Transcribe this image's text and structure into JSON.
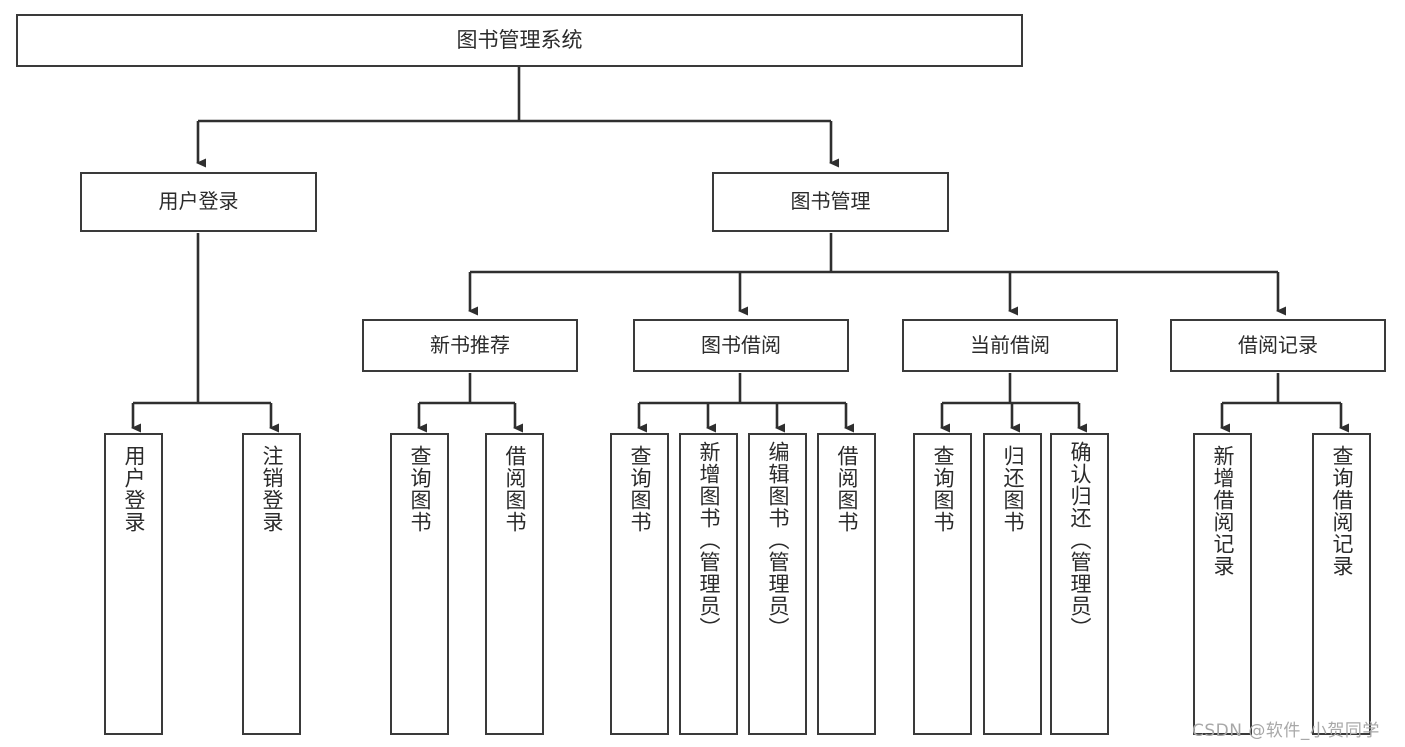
{
  "diagram": {
    "type": "tree-hierarchy",
    "title": "图书管理系统",
    "root": {
      "label": "图书管理系统"
    },
    "level2": [
      {
        "id": "user-login",
        "label": "用户登录"
      },
      {
        "id": "book-management",
        "label": "图书管理"
      }
    ],
    "level3": [
      {
        "id": "new-book-recommend",
        "label": "新书推荐",
        "parent": "book-management"
      },
      {
        "id": "book-borrow",
        "label": "图书借阅",
        "parent": "book-management"
      },
      {
        "id": "current-borrow",
        "label": "当前借阅",
        "parent": "book-management"
      },
      {
        "id": "borrow-record",
        "label": "借阅记录",
        "parent": "book-management"
      }
    ],
    "leaves": [
      {
        "id": "leaf-user-login",
        "label": "用户登录",
        "parent": "user-login"
      },
      {
        "id": "leaf-logout-login",
        "label": "注销登录",
        "parent": "user-login"
      },
      {
        "id": "leaf-query-book-1",
        "label": "查询图书",
        "parent": "new-book-recommend"
      },
      {
        "id": "leaf-borrow-book-1",
        "label": "借阅图书",
        "parent": "new-book-recommend"
      },
      {
        "id": "leaf-query-book-2",
        "label": "查询图书",
        "parent": "book-borrow"
      },
      {
        "id": "leaf-add-book",
        "label": "新增图书（管理员）",
        "parent": "book-borrow"
      },
      {
        "id": "leaf-edit-book",
        "label": "编辑图书（管理员）",
        "parent": "book-borrow"
      },
      {
        "id": "leaf-borrow-book-2",
        "label": "借阅图书",
        "parent": "book-borrow"
      },
      {
        "id": "leaf-query-book-3",
        "label": "查询图书",
        "parent": "current-borrow"
      },
      {
        "id": "leaf-return-book",
        "label": "归还图书",
        "parent": "current-borrow"
      },
      {
        "id": "leaf-confirm-return",
        "label": "确认归还（管理员）",
        "parent": "current-borrow"
      },
      {
        "id": "leaf-add-record",
        "label": "新增借阅记录",
        "parent": "borrow-record"
      },
      {
        "id": "leaf-query-record",
        "label": "查询借阅记录",
        "parent": "borrow-record"
      }
    ]
  },
  "watermark": {
    "text": "CSDN @软件_小贺同学"
  },
  "colors": {
    "border": "#3a3a3a",
    "background": "#ffffff",
    "text": "#2b2b2b",
    "connector": "#2f2f2f",
    "watermark": "#a8a8a8"
  }
}
